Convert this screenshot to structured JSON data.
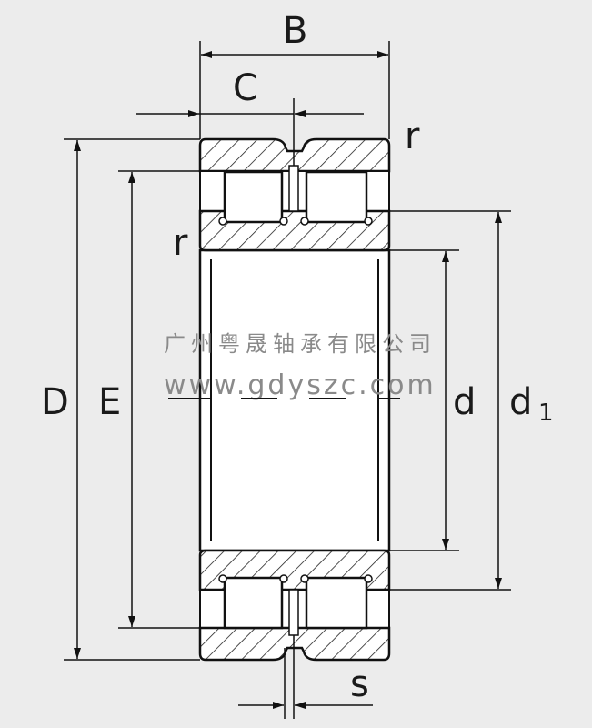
{
  "labels": {
    "B": "B",
    "C": "C",
    "r_top": "r",
    "r_left": "r",
    "D": "D",
    "E": "E",
    "d": "d",
    "d1_main": "d",
    "d1_sub": "1",
    "s": "s"
  },
  "watermark": {
    "company": "广州粤晟轴承有限公司",
    "url": "www.gdyszc.com"
  }
}
